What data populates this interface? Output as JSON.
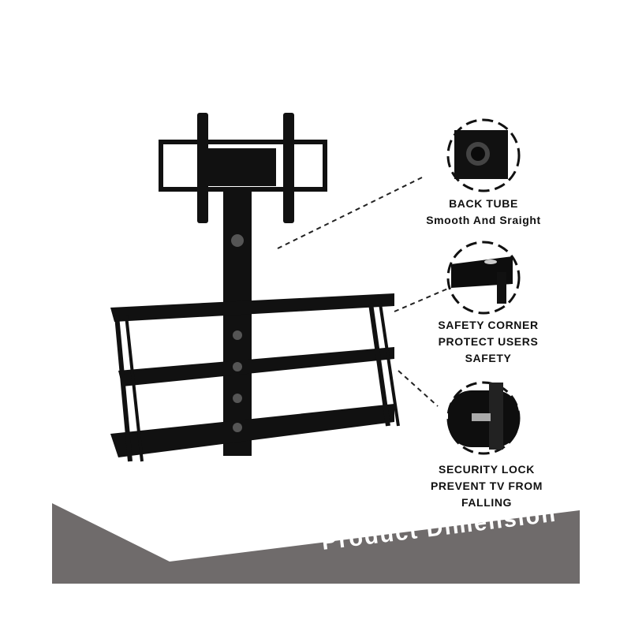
{
  "features": [
    {
      "icon": "back-tube-detail",
      "lines": [
        "BACK TUBE",
        "Smooth And Sraight"
      ]
    },
    {
      "icon": "safety-corner-detail",
      "lines": [
        "SAFETY CORNER",
        "PROTECT USERS",
        "SAFETY"
      ]
    },
    {
      "icon": "security-lock-detail",
      "lines": [
        "SECURITY LOCK",
        "PREVENT TV FROM",
        "FALLING"
      ]
    }
  ],
  "banner": {
    "text": "Product Dimension",
    "color": "#6f6b6b"
  }
}
